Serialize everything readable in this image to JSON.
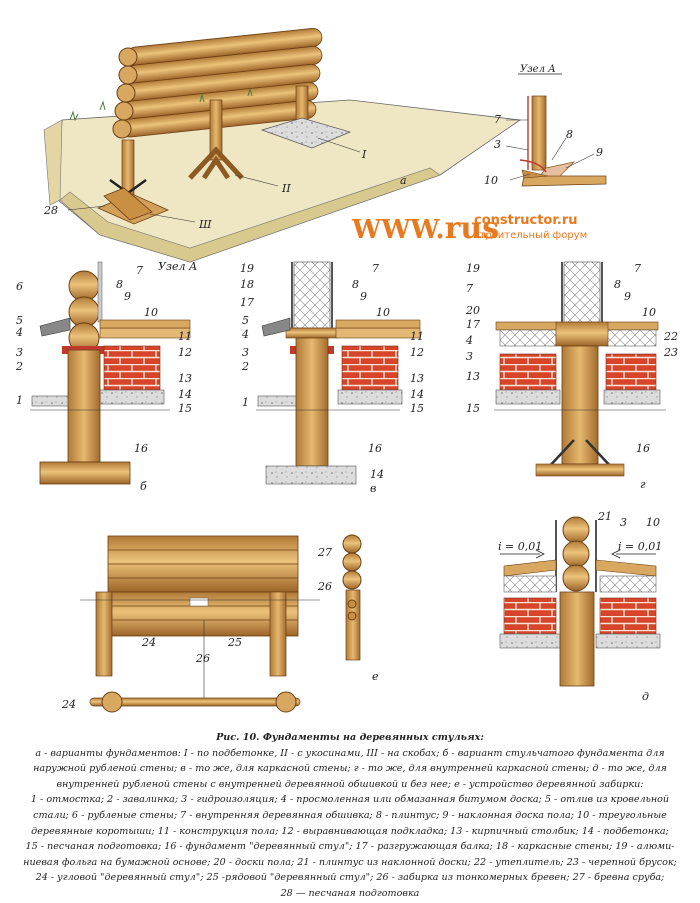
{
  "watermark": {
    "www": "WWW.",
    "rus": "rus",
    "constructor": "constructor.ru",
    "forum": "строительный форум"
  },
  "node_label": "Узел А",
  "panels": {
    "a": "а",
    "b": "б",
    "v": "в",
    "g": "г",
    "e": "е",
    "d": "д"
  },
  "variants": {
    "I": "I",
    "II": "II",
    "III": "III"
  },
  "slope_left": "i = 0,01",
  "slope_right": "i = 0,01",
  "caption": {
    "title": "Рис. 10. Фундаменты на деревянных стульях:",
    "lines": [
      "а - варианты фундаментов: I - по подбетонке, II - с укосинами, III - на скобах; б - вариант стульчатого фундамента для",
      "наружной рубленой стены; в - то же, для каркасной стены; г - то же, для внутренней каркасной стены; д - то же, для",
      "внутренней рубленой стены с внутренней деревянной обшивкой и без нее; е - устройство деревянной забирки:",
      "1 - отмостка; 2 - завалинка; 3 - гидроизоляция; 4 - просмоленная или обмазанная битумом доска; 5 - отлив из кровельной",
      "стали; 6 - рубленые стены; 7 - внутренняя деревянная обшивка; 8 - плинтус; 9 - наклонная доска пола; 10 - треугольные",
      "деревянные коротыши; 11 - конструкция пола; 12 - выравнивающая подкладка; 13 - кирпичный столбик; 14 - подбетонка;",
      "15 - песчаная подготовка; 16 - фундамент \"деревянный стул\"; 17 - разгружающая балка; 18 - каркасные стены; 19 - алюми-",
      "ниевая фольга на бумажной основе; 20 - доски пола; 21 - плинтус из наклонной доски; 22 - утеплитель; 23 - черепной брусок;",
      "24 - угловой \"деревянный стул\"; 25 -рядовой \"деревянный стул\"; 26 - забирка из тонкомерных бревен; 27 - бревна сруба;",
      "28 — песчаная подготовка"
    ]
  },
  "labels": {
    "a": {
      "n28": "28",
      "n1": "I",
      "n2": "II",
      "n3": "Ш"
    },
    "node": {
      "n7": "7",
      "n3": "3",
      "n8": "8",
      "n9": "9",
      "n10": "10"
    },
    "b": {
      "n6": "6",
      "n5": "5",
      "n4": "4",
      "n3": "3",
      "n2": "2",
      "n1": "1",
      "n7": "7",
      "n8": "8",
      "n9": "9",
      "n10": "10",
      "n11": "11",
      "n12": "12",
      "n13": "13",
      "n14": "14",
      "n15": "15",
      "n16": "16"
    },
    "v": {
      "n19": "19",
      "n18": "18",
      "n17": "17",
      "n5": "5",
      "n4": "4",
      "n3": "3",
      "n2": "2",
      "n1": "1",
      "n7": "7",
      "n8": "8",
      "n9": "9",
      "n10": "10",
      "n11": "11",
      "n12": "12",
      "n13": "13",
      "n14": "14",
      "n15": "15",
      "n16": "16",
      "n14b": "14"
    },
    "g": {
      "n19": "19",
      "n7": "7",
      "n20": "20",
      "n17": "17",
      "n4": "4",
      "n3": "3",
      "n13": "13",
      "n15": "15",
      "n7b": "7",
      "n8": "8",
      "n9": "9",
      "n10": "10",
      "n22": "22",
      "n23": "23",
      "n16": "16"
    },
    "e": {
      "n27": "27",
      "n26": "26",
      "n24": "24",
      "n25": "25",
      "n26b": "26",
      "n24b": "24"
    },
    "d": {
      "n21": "21",
      "n3": "3",
      "n10": "10"
    }
  }
}
